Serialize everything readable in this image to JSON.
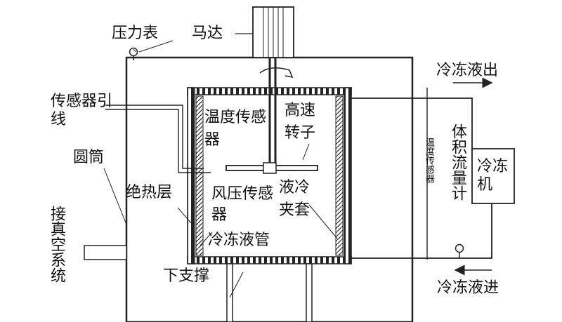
{
  "labels": {
    "pressure_gauge": "压力表",
    "motor": "马达",
    "coolant_out": "冷冻液出",
    "sensor_lead": "传感器引线",
    "temp_sensor": "温度传感器",
    "rotor": "高速转子",
    "vertical_temp_sensor": "温度传感器",
    "volume_flowmeter": "体积流量计",
    "chiller": "冷冻机",
    "cylinder": "圆筒",
    "insulation": "绝热层",
    "wind_pressure_sensor": "风压传感器",
    "liquid_jacket": "液冷夹套",
    "vacuum_system": "接真空系统",
    "coolant_pipe": "冷冻液管",
    "lower_support": "下支撑",
    "coolant_in": "冷冻液进"
  }
}
